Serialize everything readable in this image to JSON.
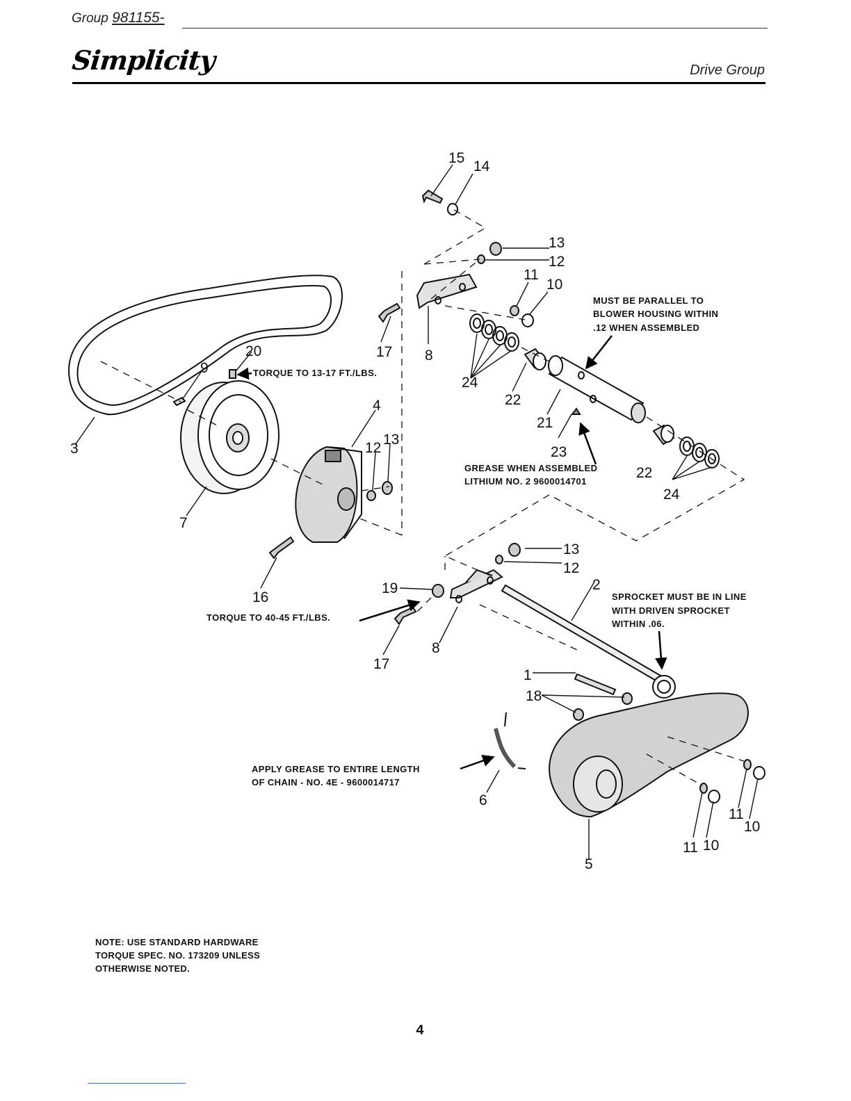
{
  "header": {
    "group_label": "Group",
    "group_number": "981155-",
    "brand": "Simplicity",
    "section_title": "Drive Group"
  },
  "callouts": {
    "parallel_1": "MUST BE PARALLEL TO",
    "parallel_2": "BLOWER HOUSING WITHIN",
    "parallel_3": ".12  WHEN ASSEMBLED",
    "torque_20": "TORQUE TO 13-17 FT./LBS.",
    "grease_1": "GREASE WHEN ASSEMBLED",
    "grease_2": "LITHIUM NO. 2  9600014701",
    "sprocket_1": "SPROCKET MUST BE IN LINE",
    "sprocket_2": "WITH DRIVEN SPROCKET",
    "sprocket_3": "WITHIN  .06.",
    "torque_19": "TORQUE TO 40-45 FT./LBS.",
    "chain_1": "APPLY GREASE TO ENTIRE LENGTH",
    "chain_2": "OF CHAIN  -  NO. 4E - 9600014717"
  },
  "part_numbers": {
    "p1": "1",
    "p2": "2",
    "p3": "3",
    "p4": "4",
    "p5": "5",
    "p6": "6",
    "p7": "7",
    "p8a": "8",
    "p8b": "8",
    "p9": "9",
    "p10a": "10",
    "p10b": "10",
    "p10c": "10",
    "p11a": "11",
    "p11b": "11",
    "p11c": "11",
    "p12a": "12",
    "p12b": "12",
    "p12c": "12",
    "p13a": "13",
    "p13b": "13",
    "p13c": "13",
    "p14": "14",
    "p15": "15",
    "p16": "16",
    "p17a": "17",
    "p17b": "17",
    "p18": "18",
    "p19": "19",
    "p20": "20",
    "p21": "21",
    "p22a": "22",
    "p22b": "22",
    "p23": "23",
    "p24a": "24",
    "p24b": "24"
  },
  "note": {
    "line1": "NOTE:  USE STANDARD HARDWARE",
    "line2": "TORQUE SPEC. NO. 173209 UNLESS",
    "line3": "OTHERWISE NOTED."
  },
  "page_number": "4"
}
